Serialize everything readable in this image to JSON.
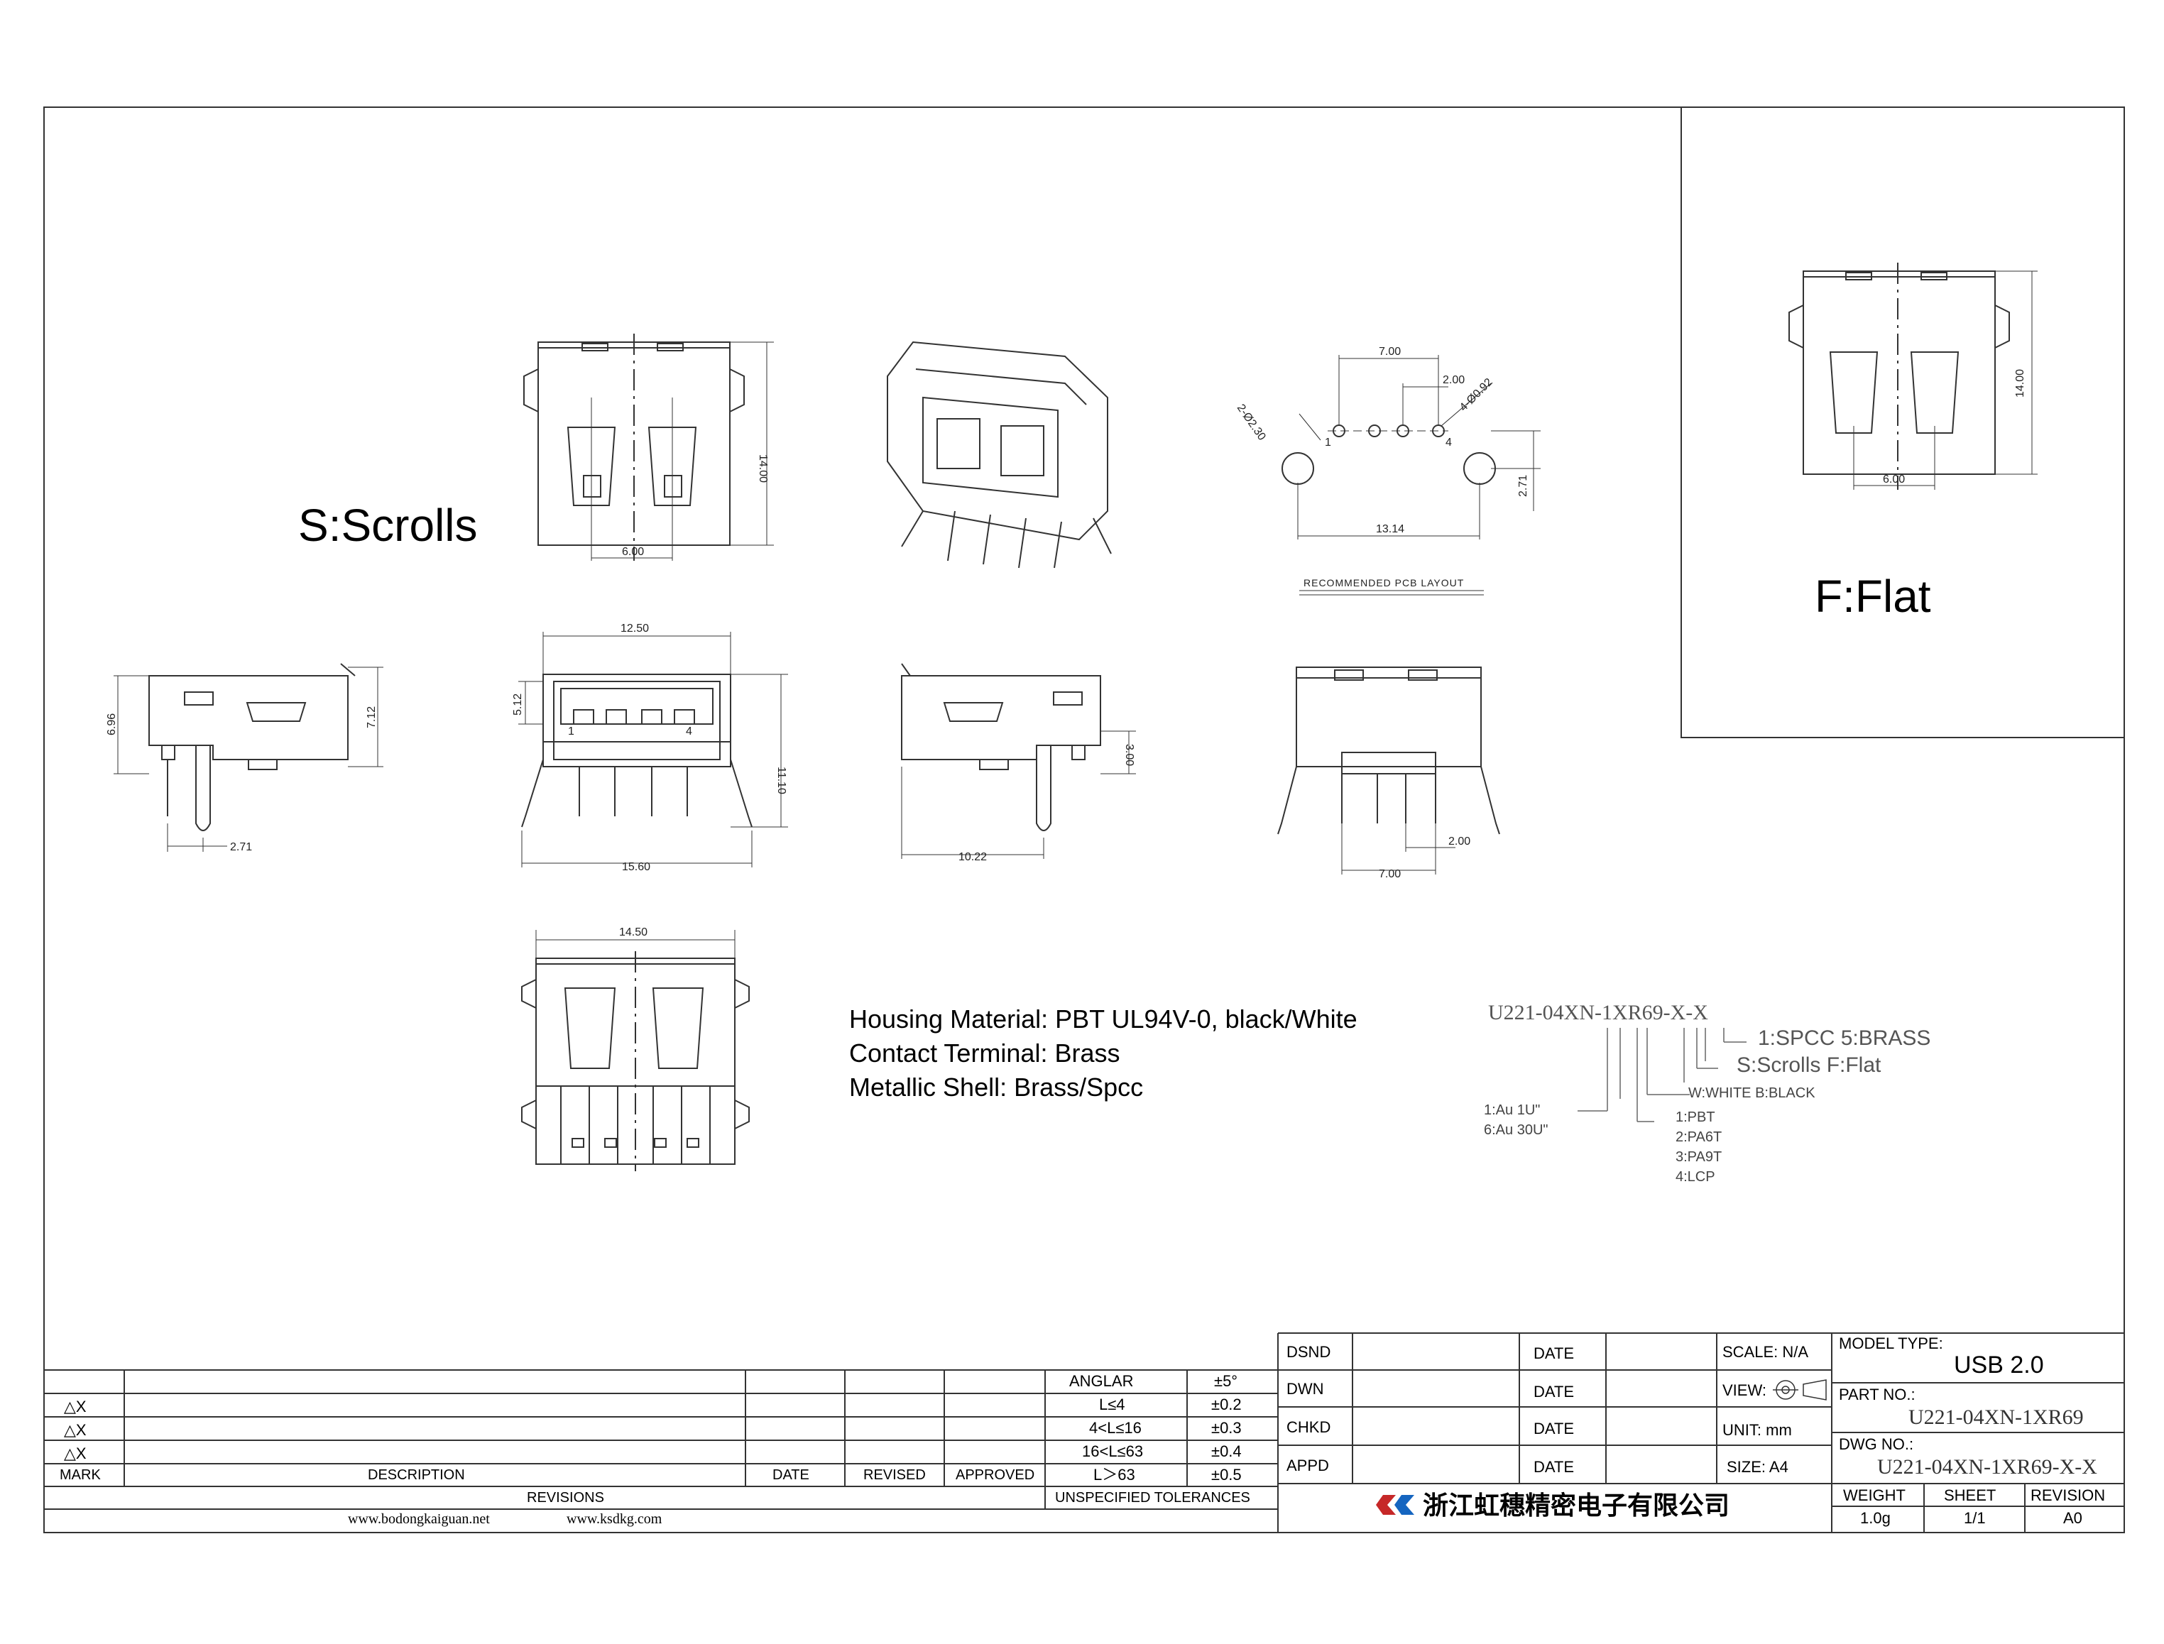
{
  "labels": {
    "scrolls": "S:Scrolls",
    "flat": "F:Flat",
    "pcb_layout": "RECOMMENDED PCB LAYOUT"
  },
  "dimensions": {
    "d600": "6.00",
    "d1400": "14.00",
    "d700": "7.00",
    "d200": "2.00",
    "d13_14": "13.14",
    "d271": "2.71",
    "hole_small": "4-Ø0.92",
    "hole_big": "2-Ø2.30",
    "d1250": "12.50",
    "d512": "5.12",
    "d1110": "11.10",
    "d1560": "15.60",
    "d696": "6.96",
    "d712": "7.12",
    "d1022": "10.22",
    "d300": "3.00",
    "d1450": "14.50",
    "pin1": "1",
    "pin4": "4"
  },
  "specs": {
    "housing": "Housing Material: PBT UL94V-0,  black/White",
    "contact": "Contact Terminal: Brass",
    "shell": "Metallic Shell: Brass/Spcc"
  },
  "part_code": {
    "code": "U221-04XN-1XR69-X-X",
    "shell_opt": "1:SPCC  5:BRASS",
    "type_opt": "S:Scrolls  F:Flat",
    "color_opt": "W:WHITE  B:BLACK",
    "plating1": "1:Au 1U\"",
    "plating2": "6:Au 30U\"",
    "mat1": "1:PBT",
    "mat2": "2:PA6T",
    "mat3": "3:PA9T",
    "mat4": "4:LCP"
  },
  "revisions": {
    "marks": [
      "△X",
      "△X",
      "△X"
    ],
    "header": {
      "mark": "MARK",
      "description": "DESCRIPTION",
      "date": "DATE",
      "revised": "REVISED",
      "approved": "APPROVED"
    },
    "footer": "REVISIONS"
  },
  "tolerances": {
    "rows": [
      {
        "label": "ANGLAR",
        "value": "±5°"
      },
      {
        "label": "L≤4",
        "value": "±0.2"
      },
      {
        "label": "4<L≤16",
        "value": "±0.3"
      },
      {
        "label": "16<L≤63",
        "value": "±0.4"
      },
      {
        "label": "L＞63",
        "value": "±0.5"
      }
    ],
    "footer": "UNSPECIFIED TOLERANCES"
  },
  "websites": {
    "site1": "www.bodongkaiguan.net",
    "site2": "www.ksdkg.com"
  },
  "title_block": {
    "dsnd": "DSND",
    "dwn": "DWN",
    "chkd": "CHKD",
    "appd": "APPD",
    "date": "DATE",
    "scale": "SCALE: N/A",
    "view": "VIEW:",
    "unit": "UNIT: mm",
    "size": "SIZE: A4",
    "model_type_label": "MODEL TYPE:",
    "model_type": "USB 2.0",
    "part_no_label": "PART NO.:",
    "part_no": "U221-04XN-1XR69",
    "dwg_no_label": "DWG NO.:",
    "dwg_no": "U221-04XN-1XR69-X-X",
    "company": "浙江虹穗精密电子有限公司",
    "weight_label": "WEIGHT",
    "sheet_label": "SHEET",
    "revision_label": "REVISION",
    "weight": "1.0g",
    "sheet": "1/1",
    "revision": "A0"
  }
}
